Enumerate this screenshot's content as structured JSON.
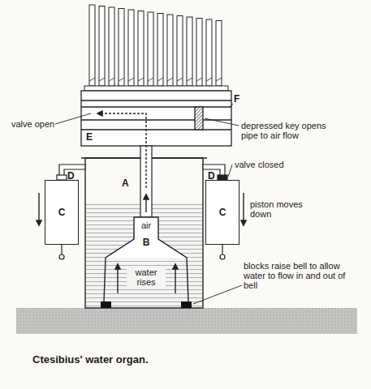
{
  "diagram": {
    "caption": "Ctesibius' water organ.",
    "nodes": [
      {
        "text": [
          "C"
        ]
      },
      {
        "text": [
          "C"
        ]
      }
    ],
    "labels": [
      "valve open",
      "E",
      "F",
      "depressed key opens pipe to air flow",
      "D",
      "A",
      "D",
      "valve closed",
      "air",
      "B",
      "piston moves down",
      "water rises",
      "blocks raise bell to allow water to flow in and out of bell"
    ]
  }
}
